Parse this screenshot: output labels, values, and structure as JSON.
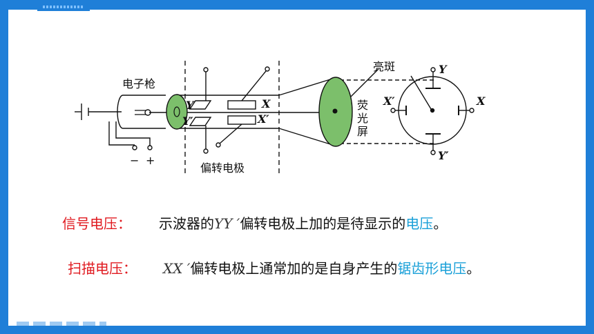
{
  "diagram": {
    "electron_gun_label": "电子枪",
    "electrodes_label": "偏转电极",
    "screen_label": "荧光屏",
    "screen_label_chars": [
      "荧",
      "光",
      "屏"
    ],
    "bright_spot_label": "亮斑",
    "minus_label": "−",
    "plus_label": "+",
    "Y_label": "Y",
    "Yp_label": "Y′",
    "X_label": "X",
    "Xp_label": "X′",
    "colors": {
      "screen_fill": "#7cbf6b",
      "frame": "#1f7fd8",
      "red": "#e0191f",
      "blue": "#1aa0d8"
    }
  },
  "signal": {
    "term": "信号电压：",
    "text_before": "示波器的",
    "symbol": "YY ′",
    "text_middle": "偏转电极上加的是待显示的",
    "highlight": "电压",
    "end": "。"
  },
  "sweep": {
    "term": "扫描电压：",
    "symbol": "XX ′",
    "text_middle": "偏转电极上通常加的是自身产生的",
    "highlight": "锯齿形电压",
    "end": "。"
  }
}
